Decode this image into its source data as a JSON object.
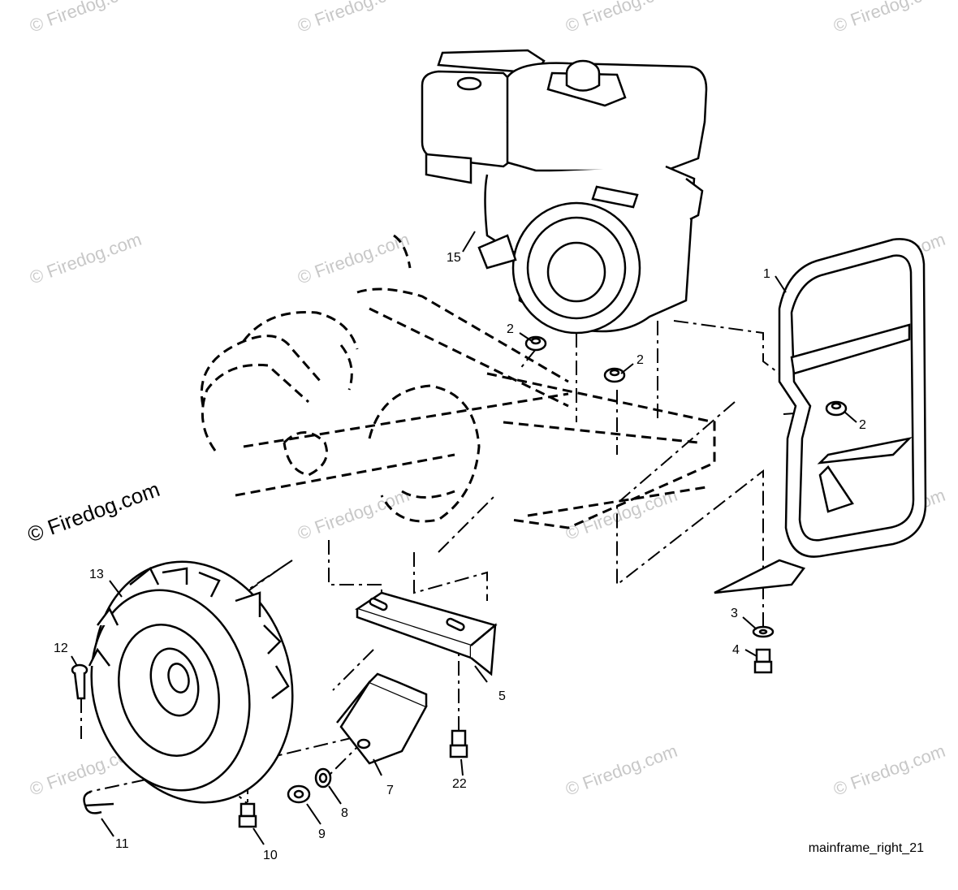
{
  "diagram": {
    "caption": "mainframe_right_21",
    "watermark": "© Firedog.com",
    "part_labels": {
      "p1": "1",
      "p2a": "2",
      "p2b": "2",
      "p2c": "2",
      "p3": "3",
      "p4": "4",
      "p5": "5",
      "p7": "7",
      "p8": "8",
      "p9": "9",
      "p10": "10",
      "p11": "11",
      "p12": "12",
      "p13": "13",
      "p15": "15",
      "p22": "22"
    }
  }
}
